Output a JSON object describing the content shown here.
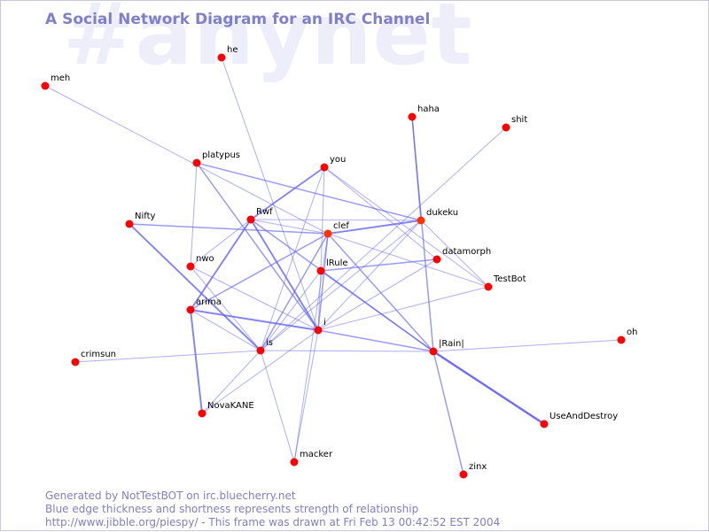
{
  "watermark": "#anynet",
  "title": "A Social Network Diagram for an IRC Channel",
  "footer": {
    "line1": "Generated by NotTestBOT on irc.bluecherry.net",
    "line2": "Blue edge thickness and shortness represents strength of relationship",
    "line3": "http://www.jibble.org/piespy/ - This frame was drawn at Fri Feb 13 00:42:52 EST 2004"
  },
  "colors": {
    "node": "#ff0000",
    "node_active": "#ff3300",
    "edge": "#6666ee"
  },
  "nodes": [
    {
      "id": "he",
      "label": "he"
    },
    {
      "id": "meh",
      "label": "meh"
    },
    {
      "id": "haha",
      "label": "haha"
    },
    {
      "id": "shit",
      "label": "shit"
    },
    {
      "id": "platypus",
      "label": "platypus"
    },
    {
      "id": "you",
      "label": "you"
    },
    {
      "id": "Nifty",
      "label": "Nifty"
    },
    {
      "id": "Rwf",
      "label": "Rwf"
    },
    {
      "id": "clef",
      "label": "clef"
    },
    {
      "id": "dukeku",
      "label": "dukeku"
    },
    {
      "id": "datamorph",
      "label": "datamorph"
    },
    {
      "id": "nwo",
      "label": "nwo"
    },
    {
      "id": "lRule",
      "label": "lRule"
    },
    {
      "id": "TestBot",
      "label": "TestBot"
    },
    {
      "id": "arima",
      "label": "arima"
    },
    {
      "id": "i",
      "label": "i"
    },
    {
      "id": "oh",
      "label": "oh"
    },
    {
      "id": "is",
      "label": "is"
    },
    {
      "id": "lRainl",
      "label": "|Rain|"
    },
    {
      "id": "crimsun",
      "label": "crimsun"
    },
    {
      "id": "NovaKANE",
      "label": "NovaKANE"
    },
    {
      "id": "UseAndDestroy",
      "label": "UseAndDestroy"
    },
    {
      "id": "macker",
      "label": "macker"
    },
    {
      "id": "zinx",
      "label": "zinx"
    }
  ],
  "edges": [
    {
      "from": "meh",
      "to": "clef",
      "strength": 1
    },
    {
      "from": "he",
      "to": "i",
      "strength": 1
    },
    {
      "from": "haha",
      "to": "dukeku",
      "strength": 2
    },
    {
      "from": "haha",
      "to": "lRainl",
      "strength": 2
    },
    {
      "from": "shit",
      "to": "is",
      "strength": 1
    },
    {
      "from": "platypus",
      "to": "dukeku",
      "strength": 2
    },
    {
      "from": "platypus",
      "to": "i",
      "strength": 2
    },
    {
      "from": "platypus",
      "to": "nwo",
      "strength": 1
    },
    {
      "from": "you",
      "to": "Rwf",
      "strength": 3
    },
    {
      "from": "you",
      "to": "lRule",
      "strength": 1
    },
    {
      "from": "you",
      "to": "TestBot",
      "strength": 1
    },
    {
      "from": "you",
      "to": "is",
      "strength": 1
    },
    {
      "from": "you",
      "to": "datamorph",
      "strength": 1
    },
    {
      "from": "Nifty",
      "to": "clef",
      "strength": 2
    },
    {
      "from": "Nifty",
      "to": "is",
      "strength": 3
    },
    {
      "from": "Rwf",
      "to": "clef",
      "strength": 1
    },
    {
      "from": "Rwf",
      "to": "dukeku",
      "strength": 1
    },
    {
      "from": "Rwf",
      "to": "i",
      "strength": 3
    },
    {
      "from": "Rwf",
      "to": "lRainl",
      "strength": 2
    },
    {
      "from": "Rwf",
      "to": "arima",
      "strength": 3
    },
    {
      "from": "Rwf",
      "to": "nwo",
      "strength": 1
    },
    {
      "from": "clef",
      "to": "dukeku",
      "strength": 3
    },
    {
      "from": "clef",
      "to": "arima",
      "strength": 2
    },
    {
      "from": "clef",
      "to": "is",
      "strength": 2
    },
    {
      "from": "clef",
      "to": "i",
      "strength": 2
    },
    {
      "from": "clef",
      "to": "TestBot",
      "strength": 1
    },
    {
      "from": "clef",
      "to": "macker",
      "strength": 1
    },
    {
      "from": "clef",
      "to": "lRainl",
      "strength": 2
    },
    {
      "from": "dukeku",
      "to": "i",
      "strength": 1
    },
    {
      "from": "dukeku",
      "to": "is",
      "strength": 1
    },
    {
      "from": "dukeku",
      "to": "TestBot",
      "strength": 1
    },
    {
      "from": "lRule",
      "to": "datamorph",
      "strength": 2
    },
    {
      "from": "lRule",
      "to": "i",
      "strength": 1
    },
    {
      "from": "lRule",
      "to": "lRainl",
      "strength": 2
    },
    {
      "from": "lRule",
      "to": "is",
      "strength": 1
    },
    {
      "from": "nwo",
      "to": "is",
      "strength": 1
    },
    {
      "from": "nwo",
      "to": "i",
      "strength": 1
    },
    {
      "from": "arima",
      "to": "i",
      "strength": 3
    },
    {
      "from": "arima",
      "to": "is",
      "strength": 1
    },
    {
      "from": "arima",
      "to": "NovaKANE",
      "strength": 3
    },
    {
      "from": "i",
      "to": "lRainl",
      "strength": 2
    },
    {
      "from": "i",
      "to": "datamorph",
      "strength": 1
    },
    {
      "from": "i",
      "to": "macker",
      "strength": 1
    },
    {
      "from": "i",
      "to": "NovaKANE",
      "strength": 1
    },
    {
      "from": "i",
      "to": "TestBot",
      "strength": 1
    },
    {
      "from": "is",
      "to": "lRainl",
      "strength": 1
    },
    {
      "from": "is",
      "to": "crimsun",
      "strength": 1
    },
    {
      "from": "is",
      "to": "macker",
      "strength": 1
    },
    {
      "from": "is",
      "to": "NovaKANE",
      "strength": 1
    },
    {
      "from": "lRainl",
      "to": "oh",
      "strength": 1
    },
    {
      "from": "lRainl",
      "to": "UseAndDestroy",
      "strength": 4
    },
    {
      "from": "lRainl",
      "to": "zinx",
      "strength": 2
    }
  ]
}
